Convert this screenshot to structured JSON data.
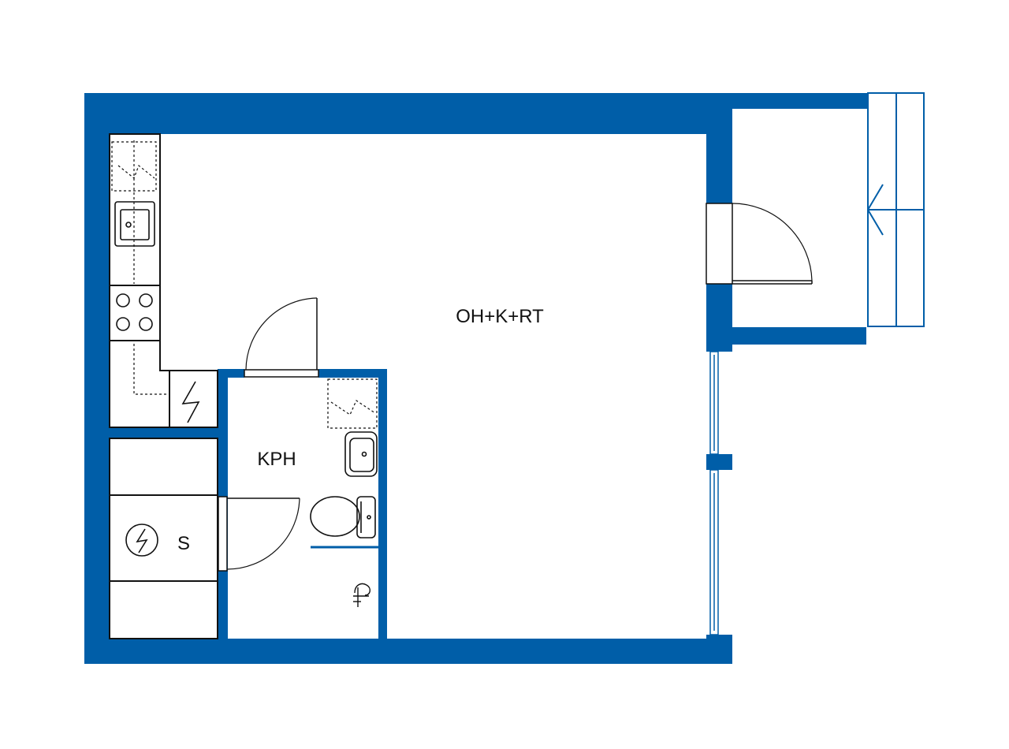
{
  "rooms": {
    "main": "OH+K+RT",
    "bathroom": "KPH",
    "closet": "S"
  },
  "colors": {
    "wall": "#005ea8",
    "line": "#111111",
    "background": "#ffffff"
  },
  "icons": [
    "electric-heater-icon",
    "sink-icon",
    "stove-icon",
    "washbasin-icon",
    "toilet-icon",
    "shower-icon",
    "electric-panel-icon",
    "door-swing-icon",
    "window-icon",
    "stair-arrow-icon"
  ]
}
